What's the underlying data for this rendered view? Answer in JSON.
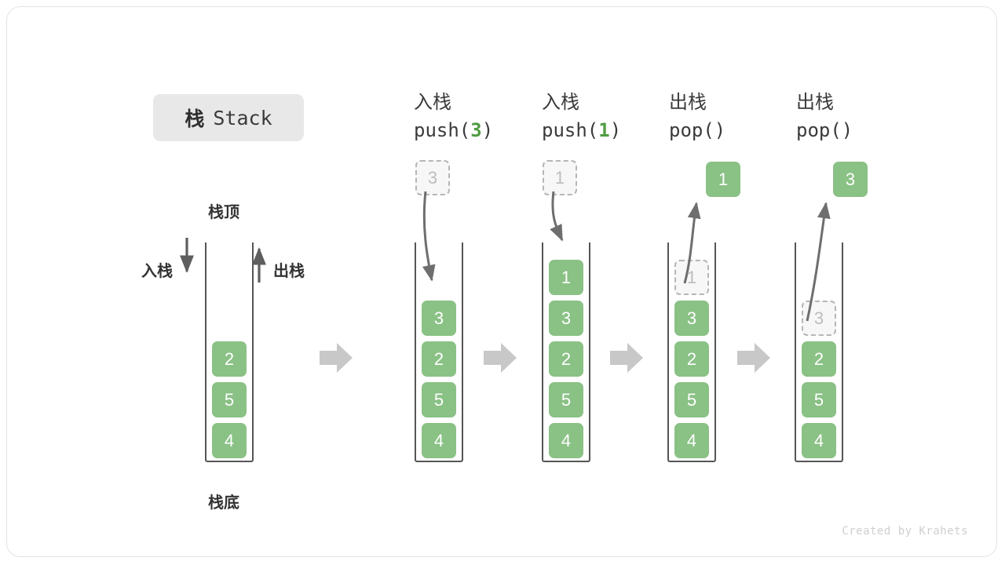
{
  "title": {
    "cn": "栈",
    "en": "Stack"
  },
  "labels": {
    "top": "栈顶",
    "bottom": "栈底",
    "push": "入栈",
    "pop": "出栈"
  },
  "credit": "Created by Krahets",
  "colors": {
    "element_green": "#8ac185",
    "accent_green": "#4f9c42",
    "ghost_fill": "#f7f7f7",
    "ghost_border": "#b6b6b6",
    "container_border": "#555555",
    "arrow_gray": "#6e6e6e",
    "step_arrow": "#c8c8c8",
    "chip_bg": "#e8e8e8",
    "text": "#3a3a3a",
    "credit": "#cfcfcf"
  },
  "initial_stack": {
    "name": "initial",
    "elements": [
      "2",
      "5",
      "4"
    ]
  },
  "steps": [
    {
      "id": "push-3",
      "head_cn": "入栈",
      "code_prefix": "push(",
      "code_arg": "3",
      "code_suffix": ")",
      "op": "push",
      "moving_value": "3",
      "moving_state": "ghost-above",
      "stack": [
        "3",
        "2",
        "5",
        "4"
      ],
      "ghost_index": -1
    },
    {
      "id": "push-1",
      "head_cn": "入栈",
      "code_prefix": "push(",
      "code_arg": "1",
      "code_suffix": ")",
      "op": "push",
      "moving_value": "1",
      "moving_state": "ghost-above",
      "stack": [
        "1",
        "3",
        "2",
        "5",
        "4"
      ],
      "ghost_index": -1
    },
    {
      "id": "pop-1",
      "head_cn": "出栈",
      "code_prefix": "pop(",
      "code_arg": "",
      "code_suffix": ")",
      "op": "pop",
      "moving_value": "1",
      "moving_state": "filled-above",
      "stack": [
        "1",
        "3",
        "2",
        "5",
        "4"
      ],
      "ghost_index": 0
    },
    {
      "id": "pop-3",
      "head_cn": "出栈",
      "code_prefix": "pop(",
      "code_arg": "",
      "code_suffix": ")",
      "op": "pop",
      "moving_value": "3",
      "moving_state": "filled-above",
      "stack": [
        "3",
        "2",
        "5",
        "4"
      ],
      "ghost_index": 0
    }
  ]
}
